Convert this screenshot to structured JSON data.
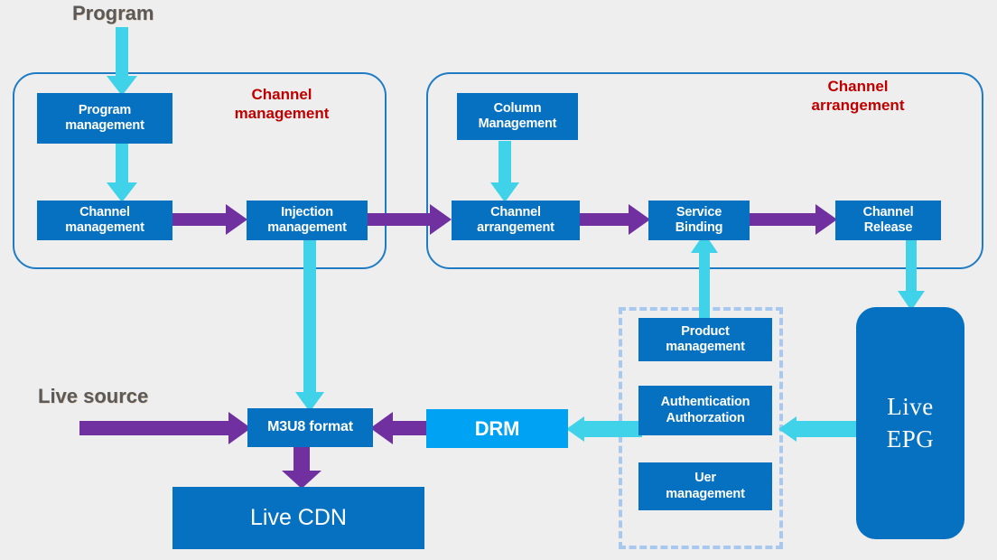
{
  "diagram": {
    "title_program": "Program",
    "title_live_source": "Live source",
    "groups": [
      {
        "id": "channel-management",
        "label": "Channel\nmanagement"
      },
      {
        "id": "channel-arrangement",
        "label": "Channel\narrangement"
      }
    ],
    "labels": {
      "channel_management": "Channel management",
      "channel_management_l1": "Channel",
      "channel_management_l2": "management",
      "channel_arrangement_l1": "Channel",
      "channel_arrangement_l2": "arrangement"
    },
    "boxes": {
      "program_management_l1": "Program",
      "program_management_l2": "management",
      "channel_management_l1": "Channel",
      "channel_management_l2": "management",
      "injection_management_l1": "Injection",
      "injection_management_l2": "management",
      "column_management_l1": "Column",
      "column_management_l2": "Management",
      "channel_arrangement_l1": "Channel",
      "channel_arrangement_l2": "arrangement",
      "service_binding_l1": "Service",
      "service_binding_l2": "Binding",
      "channel_release_l1": "Channel",
      "channel_release_l2": "Release",
      "m3u8_format": "M3U8 format",
      "live_cdn": "Live CDN",
      "drm": "DRM",
      "product_management_l1": "Product",
      "product_management_l2": "management",
      "authentication_l1": "Authentication",
      "authentication_l2": "Authorzation",
      "user_management_l1": "Uer",
      "user_management_l2": "management",
      "live_epg_l1": "Live",
      "live_epg_l2": "EPG"
    },
    "colors": {
      "background": "#eeeeee",
      "box_blue": "#0571C0",
      "drm_blue": "#00A2F3",
      "cyan_arrow": "#3FD2E8",
      "purple_arrow": "#7030A0",
      "group_border": "#1F7CC4",
      "dashed_border": "#A8C8F0",
      "red_label": "#C00000",
      "gray_title": "#5A5A5A",
      "text_white": "#ffffff"
    },
    "arrows": [
      {
        "name": "program-to-program-management",
        "direction": "down",
        "color": "cyan"
      },
      {
        "name": "program-management-to-channel-management",
        "direction": "down",
        "color": "cyan"
      },
      {
        "name": "channel-management-to-injection-management",
        "direction": "right",
        "color": "purple"
      },
      {
        "name": "injection-management-to-channel-arrangement",
        "direction": "right",
        "color": "purple"
      },
      {
        "name": "column-management-to-channel-arrangement",
        "direction": "down",
        "color": "cyan"
      },
      {
        "name": "channel-arrangement-to-service-binding",
        "direction": "right",
        "color": "purple"
      },
      {
        "name": "service-binding-to-channel-release",
        "direction": "right",
        "color": "purple"
      },
      {
        "name": "product-management-to-service-binding",
        "direction": "up",
        "color": "cyan"
      },
      {
        "name": "channel-release-to-live-epg",
        "direction": "down",
        "color": "cyan"
      },
      {
        "name": "injection-management-to-m3u8",
        "direction": "down",
        "color": "cyan"
      },
      {
        "name": "live-source-to-m3u8",
        "direction": "right",
        "color": "purple"
      },
      {
        "name": "drm-to-m3u8",
        "direction": "left",
        "color": "purple"
      },
      {
        "name": "authentication-to-drm",
        "direction": "left",
        "color": "cyan"
      },
      {
        "name": "live-epg-to-authentication",
        "direction": "left",
        "color": "cyan"
      },
      {
        "name": "m3u8-to-live-cdn",
        "direction": "down",
        "color": "purple"
      }
    ]
  }
}
